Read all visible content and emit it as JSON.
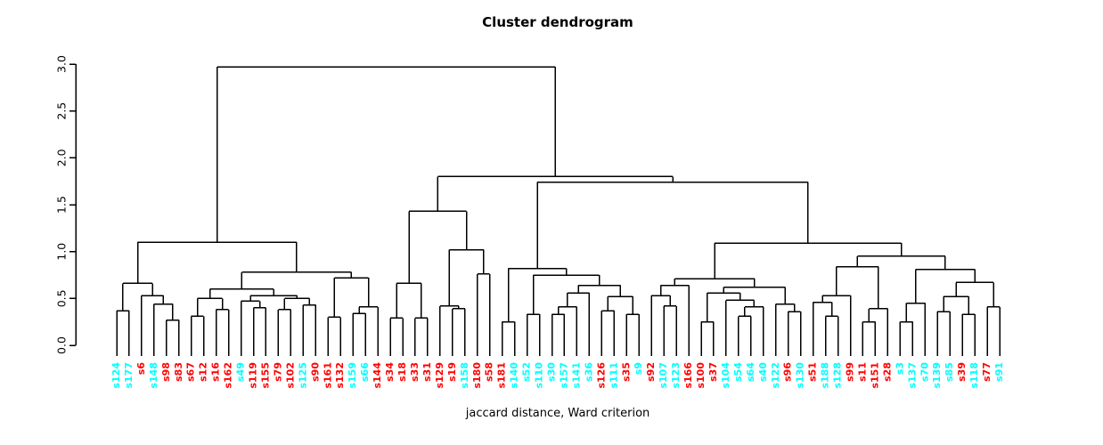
{
  "chart_data": {
    "type": "dendrogram",
    "title": "Cluster dendrogram",
    "xlabel": "jaccard distance, Ward criterion",
    "ylabel": "",
    "y_ticks": [
      "0.0",
      "0.5",
      "1.0",
      "1.5",
      "2.0",
      "2.5",
      "3.0"
    ],
    "ylim": [
      0.0,
      3.0
    ],
    "root_height": 2.97,
    "legend": "none",
    "grid": false,
    "leaf_colors": {
      "red": "#ff0000",
      "cyan": "#00ffff"
    },
    "line_color": "#000000",
    "leaves": [
      {
        "label": "s124",
        "color": "cyan"
      },
      {
        "label": "s177",
        "color": "cyan"
      },
      {
        "label": "s6",
        "color": "red"
      },
      {
        "label": "s148",
        "color": "cyan"
      },
      {
        "label": "s98",
        "color": "red"
      },
      {
        "label": "s83",
        "color": "red"
      },
      {
        "label": "s67",
        "color": "red"
      },
      {
        "label": "s12",
        "color": "red"
      },
      {
        "label": "s16",
        "color": "red"
      },
      {
        "label": "s162",
        "color": "red"
      },
      {
        "label": "s49",
        "color": "cyan"
      },
      {
        "label": "s119",
        "color": "red"
      },
      {
        "label": "s155",
        "color": "red"
      },
      {
        "label": "s79",
        "color": "red"
      },
      {
        "label": "s102",
        "color": "red"
      },
      {
        "label": "s125",
        "color": "cyan"
      },
      {
        "label": "s90",
        "color": "red"
      },
      {
        "label": "s161",
        "color": "red"
      },
      {
        "label": "s132",
        "color": "red"
      },
      {
        "label": "s159",
        "color": "cyan"
      },
      {
        "label": "s66",
        "color": "cyan"
      },
      {
        "label": "s144",
        "color": "red"
      },
      {
        "label": "s34",
        "color": "red"
      },
      {
        "label": "s18",
        "color": "red"
      },
      {
        "label": "s33",
        "color": "red"
      },
      {
        "label": "s31",
        "color": "red"
      },
      {
        "label": "s129",
        "color": "red"
      },
      {
        "label": "s19",
        "color": "red"
      },
      {
        "label": "s158",
        "color": "cyan"
      },
      {
        "label": "s180",
        "color": "red"
      },
      {
        "label": "s58",
        "color": "red"
      },
      {
        "label": "s181",
        "color": "red"
      },
      {
        "label": "s140",
        "color": "cyan"
      },
      {
        "label": "s52",
        "color": "cyan"
      },
      {
        "label": "s110",
        "color": "cyan"
      },
      {
        "label": "s30",
        "color": "cyan"
      },
      {
        "label": "s157",
        "color": "cyan"
      },
      {
        "label": "s141",
        "color": "cyan"
      },
      {
        "label": "s36",
        "color": "cyan"
      },
      {
        "label": "s126",
        "color": "red"
      },
      {
        "label": "s111",
        "color": "cyan"
      },
      {
        "label": "s35",
        "color": "red"
      },
      {
        "label": "s9",
        "color": "cyan"
      },
      {
        "label": "s92",
        "color": "red"
      },
      {
        "label": "s107",
        "color": "cyan"
      },
      {
        "label": "s123",
        "color": "cyan"
      },
      {
        "label": "s166",
        "color": "red"
      },
      {
        "label": "s100",
        "color": "red"
      },
      {
        "label": "s37",
        "color": "red"
      },
      {
        "label": "s104",
        "color": "cyan"
      },
      {
        "label": "s54",
        "color": "cyan"
      },
      {
        "label": "s64",
        "color": "cyan"
      },
      {
        "label": "s40",
        "color": "cyan"
      },
      {
        "label": "s122",
        "color": "cyan"
      },
      {
        "label": "s96",
        "color": "red"
      },
      {
        "label": "s130",
        "color": "cyan"
      },
      {
        "label": "s51",
        "color": "red"
      },
      {
        "label": "s188",
        "color": "cyan"
      },
      {
        "label": "s128",
        "color": "cyan"
      },
      {
        "label": "s99",
        "color": "red"
      },
      {
        "label": "s11",
        "color": "red"
      },
      {
        "label": "s151",
        "color": "red"
      },
      {
        "label": "s28",
        "color": "red"
      },
      {
        "label": "s3",
        "color": "cyan"
      },
      {
        "label": "s137",
        "color": "cyan"
      },
      {
        "label": "s70",
        "color": "cyan"
      },
      {
        "label": "s139",
        "color": "cyan"
      },
      {
        "label": "s85",
        "color": "cyan"
      },
      {
        "label": "s39",
        "color": "red"
      },
      {
        "label": "s118",
        "color": "cyan"
      },
      {
        "label": "s77",
        "color": "red"
      },
      {
        "label": "s91",
        "color": "cyan"
      }
    ],
    "tree": {
      "h": 2.97,
      "c": [
        {
          "h": 1.1,
          "c": [
            {
              "h": 0.66,
              "c": [
                {
                  "h": 0.37,
                  "c": [
                    "s124",
                    "s177"
                  ]
                },
                {
                  "h": 0.53,
                  "c": [
                    "s6",
                    {
                      "h": 0.44,
                      "c": [
                        "s148",
                        {
                          "h": 0.27,
                          "c": [
                            "s98",
                            "s83"
                          ]
                        }
                      ]
                    }
                  ]
                }
              ]
            },
            {
              "h": 0.78,
              "c": [
                {
                  "h": 0.6,
                  "c": [
                    {
                      "h": 0.5,
                      "c": [
                        {
                          "h": 0.31,
                          "c": [
                            "s67",
                            "s12"
                          ]
                        },
                        {
                          "h": 0.38,
                          "c": [
                            "s16",
                            "s162"
                          ]
                        }
                      ]
                    },
                    {
                      "h": 0.53,
                      "c": [
                        {
                          "h": 0.47,
                          "c": [
                            "s49",
                            {
                              "h": 0.4,
                              "c": [
                                "s119",
                                "s155"
                              ]
                            }
                          ]
                        },
                        {
                          "h": 0.5,
                          "c": [
                            {
                              "h": 0.38,
                              "c": [
                                "s79",
                                "s102"
                              ]
                            },
                            {
                              "h": 0.43,
                              "c": [
                                "s125",
                                "s90"
                              ]
                            }
                          ]
                        }
                      ]
                    }
                  ]
                },
                {
                  "h": 0.72,
                  "c": [
                    {
                      "h": 0.3,
                      "c": [
                        "s161",
                        "s132"
                      ]
                    },
                    {
                      "h": 0.41,
                      "c": [
                        {
                          "h": 0.34,
                          "c": [
                            "s159",
                            "s66"
                          ]
                        },
                        "s144"
                      ]
                    }
                  ]
                }
              ]
            }
          ]
        },
        {
          "h": 1.8,
          "c": [
            {
              "h": 1.43,
              "c": [
                {
                  "h": 0.66,
                  "c": [
                    {
                      "h": 0.29,
                      "c": [
                        "s34",
                        "s18"
                      ]
                    },
                    {
                      "h": 0.29,
                      "c": [
                        "s33",
                        "s31"
                      ]
                    }
                  ]
                },
                {
                  "h": 1.02,
                  "c": [
                    {
                      "h": 0.42,
                      "c": [
                        "s129",
                        {
                          "h": 0.39,
                          "c": [
                            "s19",
                            "s158"
                          ]
                        }
                      ]
                    },
                    {
                      "h": 0.76,
                      "c": [
                        "s180",
                        "s58"
                      ]
                    }
                  ]
                }
              ]
            },
            {
              "h": 1.74,
              "c": [
                {
                  "h": 0.82,
                  "c": [
                    {
                      "h": 0.25,
                      "c": [
                        "s181",
                        "s140"
                      ]
                    },
                    {
                      "h": 0.75,
                      "c": [
                        {
                          "h": 0.33,
                          "c": [
                            "s52",
                            "s110"
                          ]
                        },
                        {
                          "h": 0.64,
                          "c": [
                            {
                              "h": 0.56,
                              "c": [
                                {
                                  "h": 0.41,
                                  "c": [
                                    {
                                      "h": 0.33,
                                      "c": [
                                        "s30",
                                        "s157"
                                      ]
                                    },
                                    "s141"
                                  ]
                                },
                                "s36"
                              ]
                            },
                            {
                              "h": 0.52,
                              "c": [
                                {
                                  "h": 0.37,
                                  "c": [
                                    "s126",
                                    "s111"
                                  ]
                                },
                                {
                                  "h": 0.33,
                                  "c": [
                                    "s35",
                                    "s9"
                                  ]
                                }
                              ]
                            }
                          ]
                        }
                      ]
                    }
                  ]
                },
                {
                  "h": 1.09,
                  "c": [
                    {
                      "h": 0.71,
                      "c": [
                        {
                          "h": 0.64,
                          "c": [
                            {
                              "h": 0.53,
                              "c": [
                                "s92",
                                {
                                  "h": 0.42,
                                  "c": [
                                    "s107",
                                    "s123"
                                  ]
                                }
                              ]
                            },
                            "s166"
                          ]
                        },
                        {
                          "h": 0.62,
                          "c": [
                            {
                              "h": 0.56,
                              "c": [
                                {
                                  "h": 0.25,
                                  "c": [
                                    "s100",
                                    "s37"
                                  ]
                                },
                                {
                                  "h": 0.48,
                                  "c": [
                                    "s104",
                                    {
                                      "h": 0.41,
                                      "c": [
                                        {
                                          "h": 0.31,
                                          "c": [
                                            "s54",
                                            "s64"
                                          ]
                                        },
                                        "s40"
                                      ]
                                    }
                                  ]
                                }
                              ]
                            },
                            {
                              "h": 0.44,
                              "c": [
                                "s122",
                                {
                                  "h": 0.36,
                                  "c": [
                                    "s96",
                                    "s130"
                                  ]
                                }
                              ]
                            }
                          ]
                        }
                      ]
                    },
                    {
                      "h": 0.95,
                      "c": [
                        {
                          "h": 0.84,
                          "c": [
                            {
                              "h": 0.53,
                              "c": [
                                {
                                  "h": 0.46,
                                  "c": [
                                    "s51",
                                    {
                                      "h": 0.31,
                                      "c": [
                                        "s188",
                                        "s128"
                                      ]
                                    }
                                  ]
                                },
                                "s99"
                              ]
                            },
                            {
                              "h": 0.39,
                              "c": [
                                {
                                  "h": 0.25,
                                  "c": [
                                    "s11",
                                    "s151"
                                  ]
                                },
                                "s28"
                              ]
                            }
                          ]
                        },
                        {
                          "h": 0.81,
                          "c": [
                            {
                              "h": 0.45,
                              "c": [
                                {
                                  "h": 0.25,
                                  "c": [
                                    "s3",
                                    "s137"
                                  ]
                                },
                                "s70"
                              ]
                            },
                            {
                              "h": 0.67,
                              "c": [
                                {
                                  "h": 0.52,
                                  "c": [
                                    {
                                      "h": 0.36,
                                      "c": [
                                        "s139",
                                        "s85"
                                      ]
                                    },
                                    {
                                      "h": 0.33,
                                      "c": [
                                        "s39",
                                        "s118"
                                      ]
                                    }
                                  ]
                                },
                                {
                                  "h": 0.41,
                                  "c": [
                                    "s77",
                                    "s91"
                                  ]
                                }
                              ]
                            }
                          ]
                        }
                      ]
                    }
                  ]
                }
              ]
            }
          ]
        }
      ]
    }
  }
}
